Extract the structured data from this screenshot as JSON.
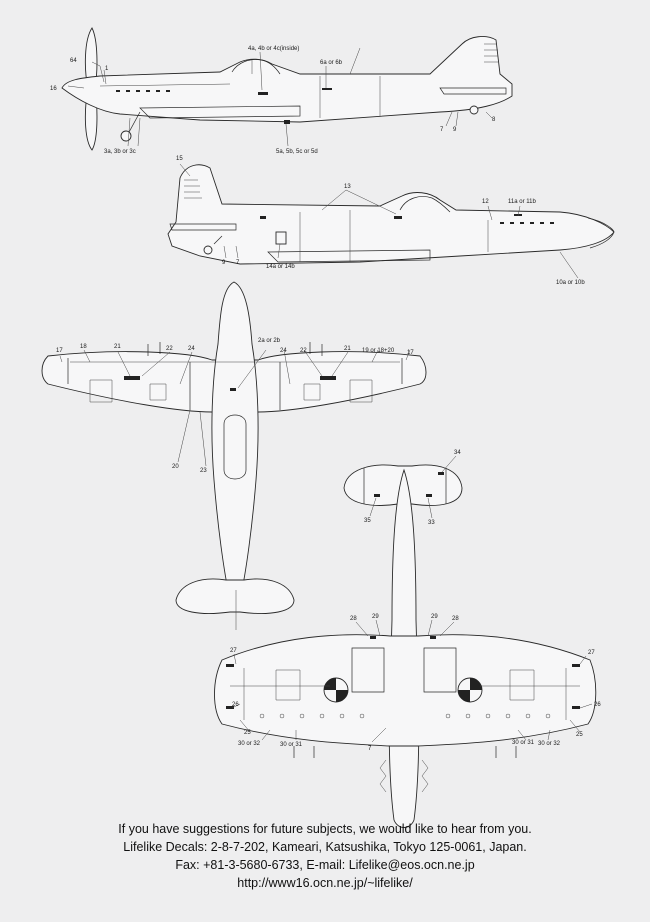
{
  "callouts": {
    "c64": "64",
    "c1": "1",
    "c16": "16",
    "c4": "4a, 4b or 4c(inside)",
    "c6": "6a or 6b",
    "c3": "3a, 3b or 3c",
    "c5": "5a, 5b, 5c or 5d",
    "c7a": "7",
    "c9a": "9",
    "c8": "8",
    "c15": "15",
    "c13": "13",
    "c12": "12",
    "c11": "11a or 11b",
    "c9b": "9",
    "c7b": "7",
    "c14": "14a or 14b",
    "c10": "10a or 10b",
    "c2": "2a or 2b",
    "c17l": "17",
    "c18": "18",
    "c21l": "21",
    "c22l": "22",
    "c24l": "24",
    "c24r": "24",
    "c22r": "22",
    "c21r": "21",
    "c19": "19 or 18+20",
    "c17r": "17",
    "c20": "20",
    "c23": "23",
    "c34": "34",
    "c35": "35",
    "c33": "33",
    "c28l": "28",
    "c29l": "29",
    "c29r": "29",
    "c28r": "28",
    "c27l": "27",
    "c27r": "27",
    "c26l": "26",
    "c26r": "26",
    "c25l": "25",
    "c25r": "25",
    "c30l": "30 or 32",
    "c31l": "30 or 31",
    "c7c": "7",
    "c31r": "30 or 31",
    "c30r": "30 or 32"
  },
  "footer": {
    "line1": "If you have suggestions for future subjects, we would like to hear from you.",
    "line2": "Lifelike Decals: 2-8-7-202, Kameari, Katsushika, Tokyo 125-0061, Japan.",
    "line3": "Fax: +81-3-5680-6733, E-mail: Lifelike@eos.ocn.ne.jp",
    "line4": "http://www16.ocn.ne.jp/~lifelike/"
  }
}
